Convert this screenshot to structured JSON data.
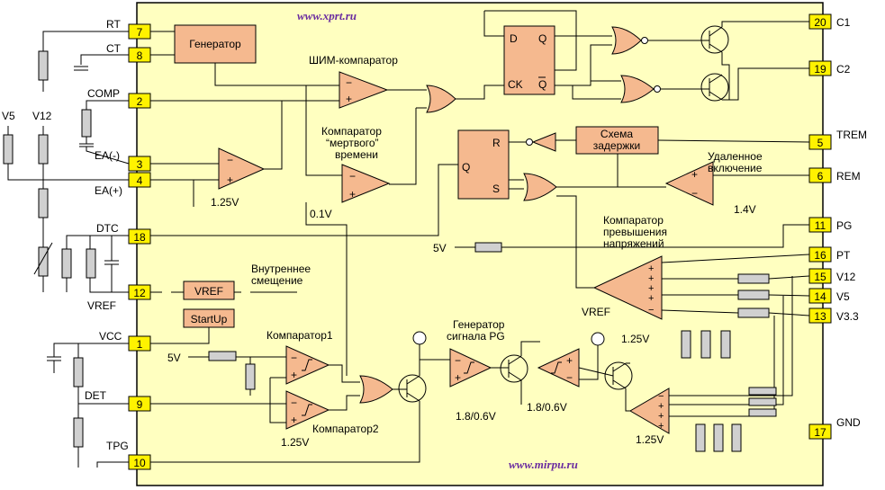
{
  "watermarks": {
    "top": "www.xprt.ru",
    "bottom": "www.mirpu.ru"
  },
  "pins_left": [
    {
      "num": "7",
      "name": "RT"
    },
    {
      "num": "8",
      "name": "CT"
    },
    {
      "num": "2",
      "name": "COMP"
    },
    {
      "num": "3",
      "name": "EA(-)"
    },
    {
      "num": "4",
      "name": "EA(+)"
    },
    {
      "num": "18",
      "name": "DTC"
    },
    {
      "num": "12",
      "name": "VREF"
    },
    {
      "num": "1",
      "name": "VCC"
    },
    {
      "num": "9",
      "name": "DET"
    },
    {
      "num": "10",
      "name": "TPG"
    }
  ],
  "pins_right": [
    {
      "num": "20",
      "name": "C1"
    },
    {
      "num": "19",
      "name": "C2"
    },
    {
      "num": "5",
      "name": "TREM"
    },
    {
      "num": "6",
      "name": "REM"
    },
    {
      "num": "11",
      "name": "PG"
    },
    {
      "num": "16",
      "name": "PT"
    },
    {
      "num": "15",
      "name": "V12"
    },
    {
      "num": "14",
      "name": "V5"
    },
    {
      "num": "13",
      "name": "V3.3"
    },
    {
      "num": "17",
      "name": "GND"
    }
  ],
  "blocks": {
    "generator": "Генератор",
    "delay_1": "Схема",
    "delay_2": "задержки",
    "vref": "VREF",
    "startup": "StartUp"
  },
  "labels": {
    "pwm_comp": "ШИМ-компаратор",
    "dt_comp_1": "Компаратор",
    "dt_comp_2": "“мертвого”",
    "dt_comp_3": "времени",
    "remote_1": "Удаленное",
    "remote_2": "включение",
    "ov_1": "Компаратор",
    "ov_2": "превышения",
    "ov_3": "напряжений",
    "internal_1": "Внутреннее",
    "internal_2": "смещение",
    "comp1": "Компаратор1",
    "comp2": "Компаратор2",
    "pg_gen_1": "Генератор",
    "pg_gen_2": "сигнала PG",
    "v_1v25_a": "1.25V",
    "v_0v1": "0.1V",
    "v_1v4": "1.4V",
    "v_1v25_b": "1.25V",
    "v_1v25_c": "1.25V",
    "v_1v25_d": "1.25V",
    "v_5v_a": "5V",
    "v_5v_b": "5V",
    "v_18_a": "1.8/0.6V",
    "v_18_b": "1.8/0.6V",
    "vref_top": "VREF",
    "v5_ext": "V5",
    "v12_ext": "V12",
    "ff_d": "D",
    "ff_q": "Q",
    "ff_ck": "CK",
    "ff_qbar": "Q",
    "rs_r": "R",
    "rs_q": "Q",
    "rs_s": "S"
  }
}
